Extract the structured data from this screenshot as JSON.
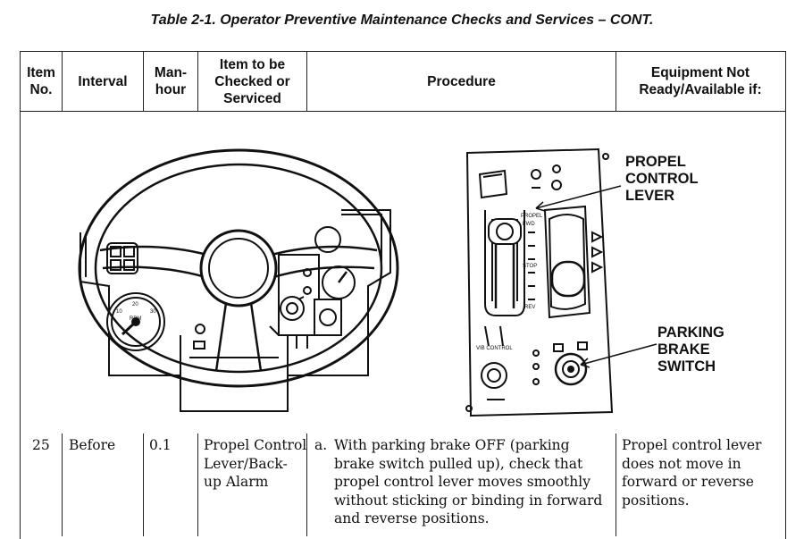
{
  "title": "Table 2-1. Operator Preventive Maintenance Checks and Services – CONT.",
  "headers": {
    "item_no": [
      "Item",
      "No."
    ],
    "interval": [
      "Interval"
    ],
    "man_hour": [
      "Man-",
      "hour"
    ],
    "item_checked": [
      "Item to be",
      "Checked or",
      "Serviced"
    ],
    "procedure": [
      "Procedure"
    ],
    "not_ready": [
      "Equipment Not",
      "Ready/Available if:"
    ]
  },
  "figure": {
    "propel_label": [
      "PROPEL",
      "CONTROL",
      "LEVER"
    ],
    "brake_label": [
      "PARKING",
      "BRAKE",
      "SWITCH"
    ],
    "gauge_label": "RPM",
    "gauge_scale_1": "10",
    "gauge_scale_2": "20",
    "gauge_scale_3": "30",
    "panel_propel": "PROPEL",
    "panel_fwd": "FWD",
    "panel_stop": "STOP",
    "panel_rev": "REV",
    "panel_vib": "VIB CONTROL"
  },
  "row": {
    "item_no": "25",
    "interval": "Before",
    "man_hour": "0.1",
    "item_checked": [
      "Propel Control",
      "Lever/Back-",
      "up Alarm"
    ],
    "step_letter": "a.",
    "procedure": [
      "With parking brake OFF (parking",
      "brake switch pulled up), check that",
      "propel control lever moves smoothly",
      "without sticking or binding in forward",
      "and reverse positions."
    ],
    "not_ready": [
      "Propel control lever",
      "does not move in",
      "forward or reverse",
      "positions."
    ]
  }
}
